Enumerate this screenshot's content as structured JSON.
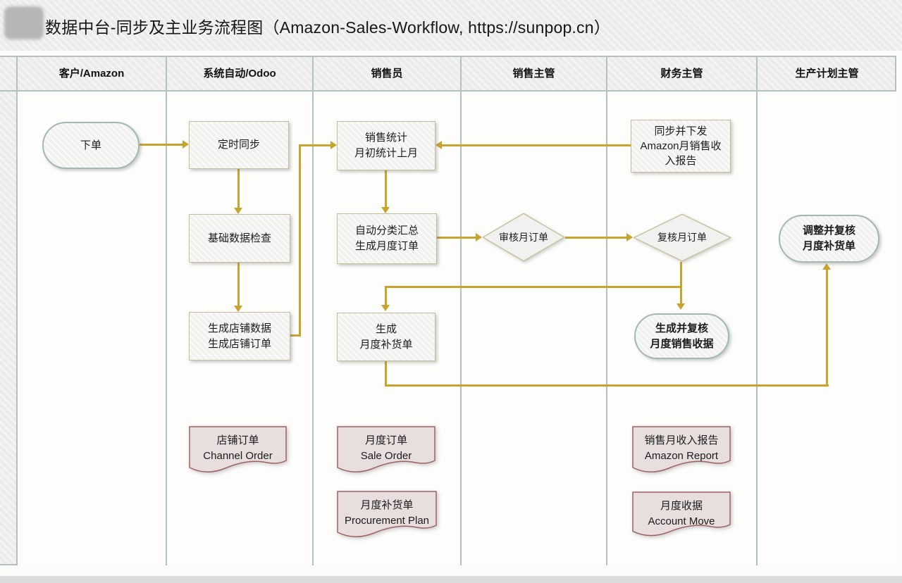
{
  "title": {
    "text": "数据中台-同步及主业务流程图（Amazon-Sales-Workflow, https://sunpop.cn）"
  },
  "lanes": [
    {
      "label": "客户/Amazon"
    },
    {
      "label": "系统自动/Odoo"
    },
    {
      "label": "销售员"
    },
    {
      "label": "销售主管"
    },
    {
      "label": "财务主管"
    },
    {
      "label": "生产计划主管"
    }
  ],
  "nodes": {
    "place_order": {
      "type": "terminator",
      "lane": "客户/Amazon",
      "lines": [
        "下单"
      ]
    },
    "scheduled_sync": {
      "type": "process",
      "lane": "系统自动/Odoo",
      "lines": [
        "定时同步"
      ]
    },
    "base_check": {
      "type": "process",
      "lane": "系统自动/Odoo",
      "lines": [
        "基础数据检查"
      ]
    },
    "gen_shop_data": {
      "type": "process",
      "lane": "系统自动/Odoo",
      "lines": [
        "生成店铺数据",
        "生成店铺订单"
      ]
    },
    "sales_stats": {
      "type": "process",
      "lane": "销售员",
      "lines": [
        "销售统计",
        "月初统计上月"
      ]
    },
    "auto_group": {
      "type": "process",
      "lane": "销售员",
      "lines": [
        "自动分类汇总",
        "生成月度订单"
      ]
    },
    "gen_replenish": {
      "type": "process",
      "lane": "销售员",
      "lines": [
        "生成",
        "月度补货单"
      ]
    },
    "review_order": {
      "type": "decision",
      "lane": "销售主管",
      "lines": [
        "审核月订单"
      ]
    },
    "recheck_order": {
      "type": "decision",
      "lane": "财务主管",
      "lines": [
        "复核月订单"
      ]
    },
    "sync_report": {
      "type": "process",
      "lane": "财务主管",
      "lines": [
        "同步并下发",
        "Amazon月销售收",
        "入报告"
      ]
    },
    "gen_receipt": {
      "type": "terminator",
      "lane": "财务主管",
      "lines": [
        "生成并复核",
        "月度销售收据"
      ]
    },
    "adjust_replenish": {
      "type": "terminator",
      "lane": "生产计划主管",
      "lines": [
        "调整并复核",
        "月度补货单"
      ]
    },
    "doc_channel": {
      "type": "document",
      "lane": "系统自动/Odoo",
      "lines": [
        "店铺订单",
        "Channel Order"
      ]
    },
    "doc_sale": {
      "type": "document",
      "lane": "销售员",
      "lines": [
        "月度订单",
        "Sale Order"
      ]
    },
    "doc_procurement": {
      "type": "document",
      "lane": "销售员",
      "lines": [
        "月度补货单",
        "Procurement Plan"
      ]
    },
    "doc_amazon": {
      "type": "document",
      "lane": "财务主管",
      "lines": [
        "销售月收入报告",
        "Amazon Report"
      ]
    },
    "doc_move": {
      "type": "document",
      "lane": "财务主管",
      "lines": [
        "月度收据",
        "Account Move"
      ]
    }
  },
  "edges": [
    {
      "from": "place_order",
      "to": "scheduled_sync"
    },
    {
      "from": "scheduled_sync",
      "to": "base_check"
    },
    {
      "from": "base_check",
      "to": "gen_shop_data"
    },
    {
      "from": "gen_shop_data",
      "to": "sales_stats"
    },
    {
      "from": "sync_report",
      "to": "sales_stats"
    },
    {
      "from": "sales_stats",
      "to": "auto_group"
    },
    {
      "from": "auto_group",
      "to": "review_order"
    },
    {
      "from": "review_order",
      "to": "recheck_order"
    },
    {
      "from": "recheck_order",
      "to": "gen_receipt"
    },
    {
      "from": "recheck_order",
      "to": "gen_replenish"
    },
    {
      "from": "gen_replenish",
      "to": "adjust_replenish"
    }
  ],
  "colors": {
    "connector": "#c8a42e",
    "process_border": "#c6bd97",
    "terminator_border": "#a3b8b3",
    "decision_border": "#c9c0a0",
    "document_border": "#9c6363",
    "document_fill": "#e7dedd",
    "lane_border": "#b2c3bf",
    "background": "#ececea"
  }
}
